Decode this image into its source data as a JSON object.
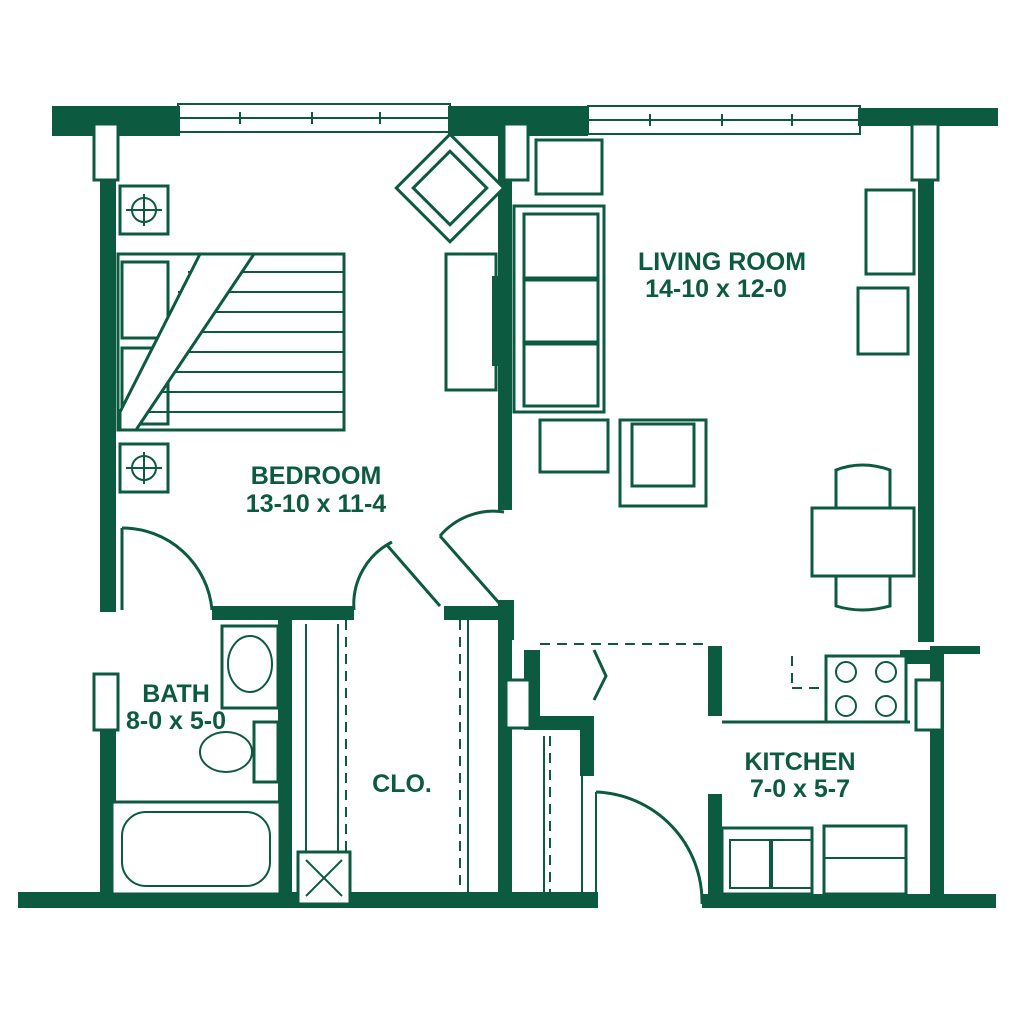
{
  "colors": {
    "ink": "#0c5a3f",
    "paper": "#ffffff"
  },
  "rooms": {
    "bedroom": {
      "name": "BEDROOM",
      "size": "13-10 x 11-4"
    },
    "living_room": {
      "name": "LIVING ROOM",
      "size": "14-10 x 12-0"
    },
    "bath": {
      "name": "BATH",
      "size": "8-0 x 5-0"
    },
    "kitchen": {
      "name": "KITCHEN",
      "size": "7-0 x 5-7"
    },
    "closet": {
      "name": "CLO."
    }
  }
}
